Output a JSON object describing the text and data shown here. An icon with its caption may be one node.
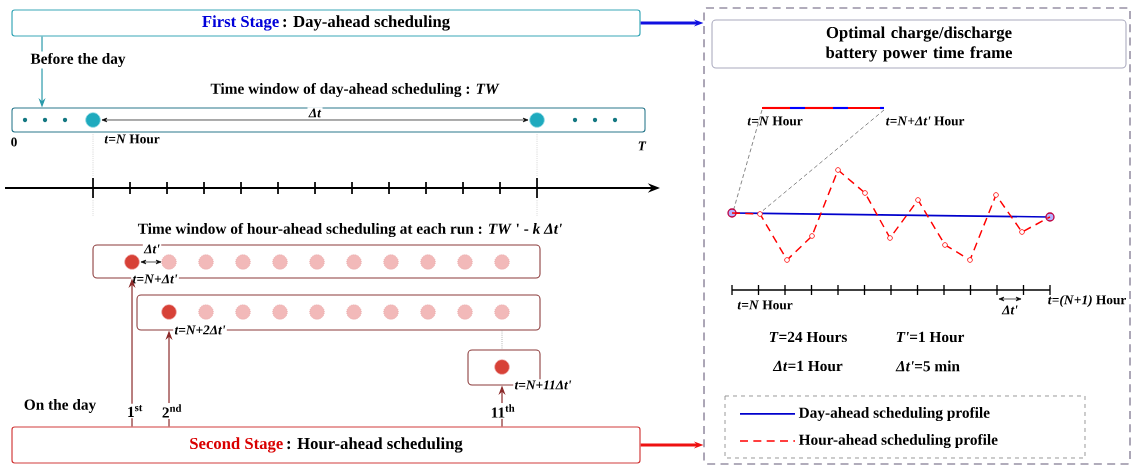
{
  "diagram": {
    "nodes": [
      {
        "text": [
          "First Stage",
          ": Day-ahead scheduling"
        ]
      },
      {
        "text": [
          "Time window of day-ahead scheduling : *TW*"
        ]
      },
      {
        "text": [
          "*t*=*N*+*Δt'*"
        ]
      },
      {
        "text": [
          "*t=N+2Δt'*"
        ]
      },
      {
        "text": [
          "*t=N+11Δt'*"
        ]
      },
      {
        "text": [
          "Second Stage",
          ": Hour-ahead scheduling"
        ]
      },
      {
        "text": [],
        "shape": "box"
      },
      {
        "text": [
          "Optimal charge/discharge battery power time frame"
        ],
        "in": 6
      }
    ],
    "edges": [
      {
        "from": 0,
        "to": 1,
        "arrow": "to",
        "label": "Before the day",
        "color": "#2a9aaa"
      },
      {
        "from": 5,
        "to": 2,
        "arrow": "to",
        "label": "1$^{st}$"
      },
      {
        "from": 5,
        "to": 3,
        "arrow": "to",
        "label": "2$^{nd}$"
      },
      {
        "from": 5,
        "to": 4,
        "arrow": "to",
        "label": "11$^{th}$"
      },
      {
        "from": 0,
        "to": 6,
        "arrow": "to",
        "style": "thick",
        "color": "#1010e0"
      },
      {
        "from": 5,
        "to": 6,
        "arrow": "to",
        "style": "thick",
        "color": "#ee1111"
      },
      {
        "from": 3,
        "to": 4,
        "arrow": "none",
        "style": "dashed",
        "color": "#888888"
      }
    ],
    "labels": [
      "On the day",
      "0",
      "*t*=*N* Hour",
      "*Δt*",
      "*T*",
      "Time window of hour-ahead scheduling at each run : *TW* ' - *k Δt'*",
      "*Δt'*",
      "*t*=*N* Hour",
      "*t*=*N*+*Δt'* Hour",
      "*t*=*N* Hour",
      "*Δt'*",
      "*t*=*(N*+*1)* Hour",
      "*T*=24 Hours",
      "*T'*=1 Hour",
      "*Δt*=1 Hour",
      "*Δt'*=5 min"
    ],
    "legend": [
      {
        "text": "Day-ahead scheduling profile"
      },
      {
        "text": "Hour-ahead scheduling profile"
      }
    ]
  }
}
